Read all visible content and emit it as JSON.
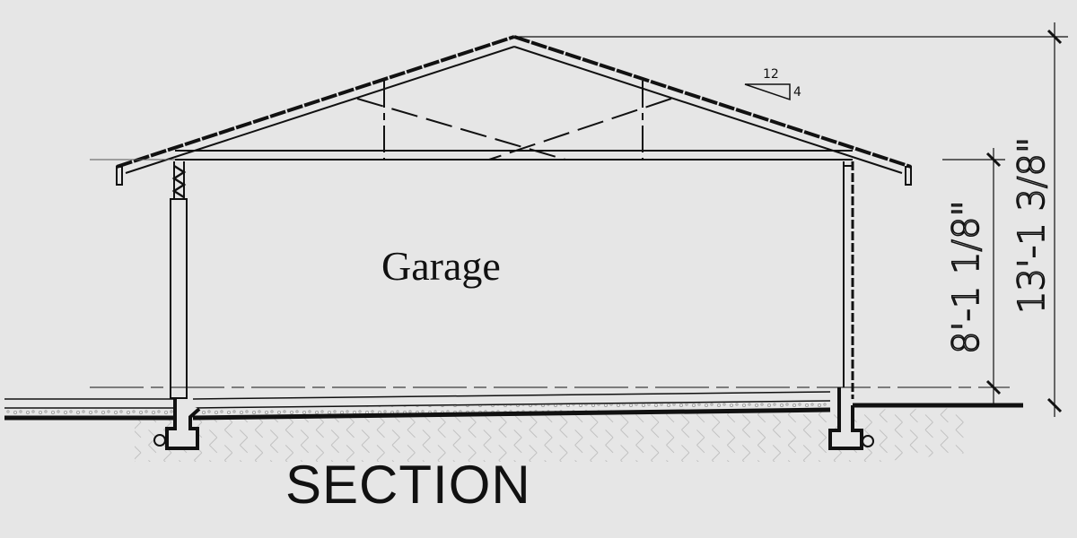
{
  "drawing": {
    "title": "SECTION",
    "room_label": "Garage",
    "roof_pitch": {
      "rise": "4",
      "run": "12"
    },
    "dimensions": {
      "wall_height": "8'-1 1/8\"",
      "total_height": "13'-1 3/8\""
    },
    "colors": {
      "background": "#e6e6e6",
      "line": "#111111",
      "hatch": "#b8b8b8"
    }
  }
}
